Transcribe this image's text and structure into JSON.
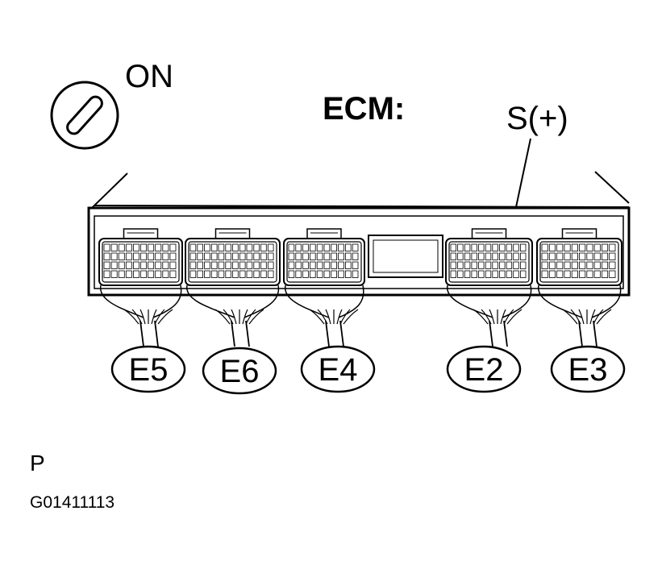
{
  "diagram": {
    "switch_label": "ON",
    "ecm_label": "ECM:",
    "terminal_label": "S(+)",
    "connectors": [
      "E5",
      "E6",
      "E4",
      "E2",
      "E3"
    ],
    "page_marker": "P",
    "figure_id": "G01411113"
  }
}
